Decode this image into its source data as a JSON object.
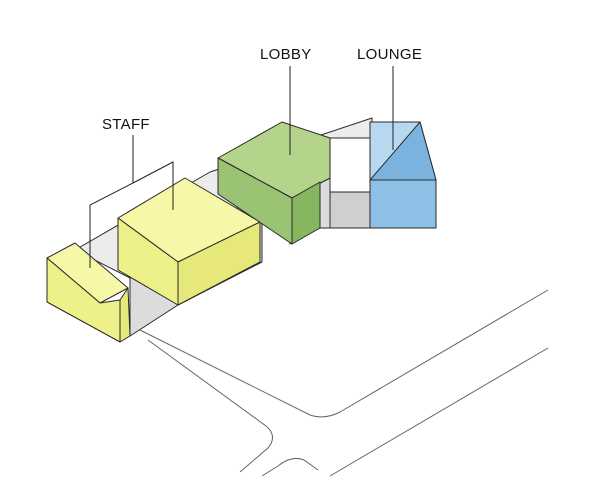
{
  "labels": {
    "staff": "STAFF",
    "lobby": "LOBBY",
    "lounge": "LOUNGE"
  },
  "colors": {
    "staff_top": "#f7f7a8",
    "staff_front": "#eef08a",
    "staff_side": "#e6e87a",
    "lobby_top": "#b4d48c",
    "lobby_front": "#9ac474",
    "lobby_side": "#86b660",
    "lounge_top": "#b8d8f0",
    "lounge_front": "#8ec0e6",
    "lounge_side": "#7bb2de",
    "connector_top": "#ececec",
    "connector_front": "#dcdcdc",
    "connector_side": "#cfcfcf",
    "road_lines": "#666666"
  }
}
